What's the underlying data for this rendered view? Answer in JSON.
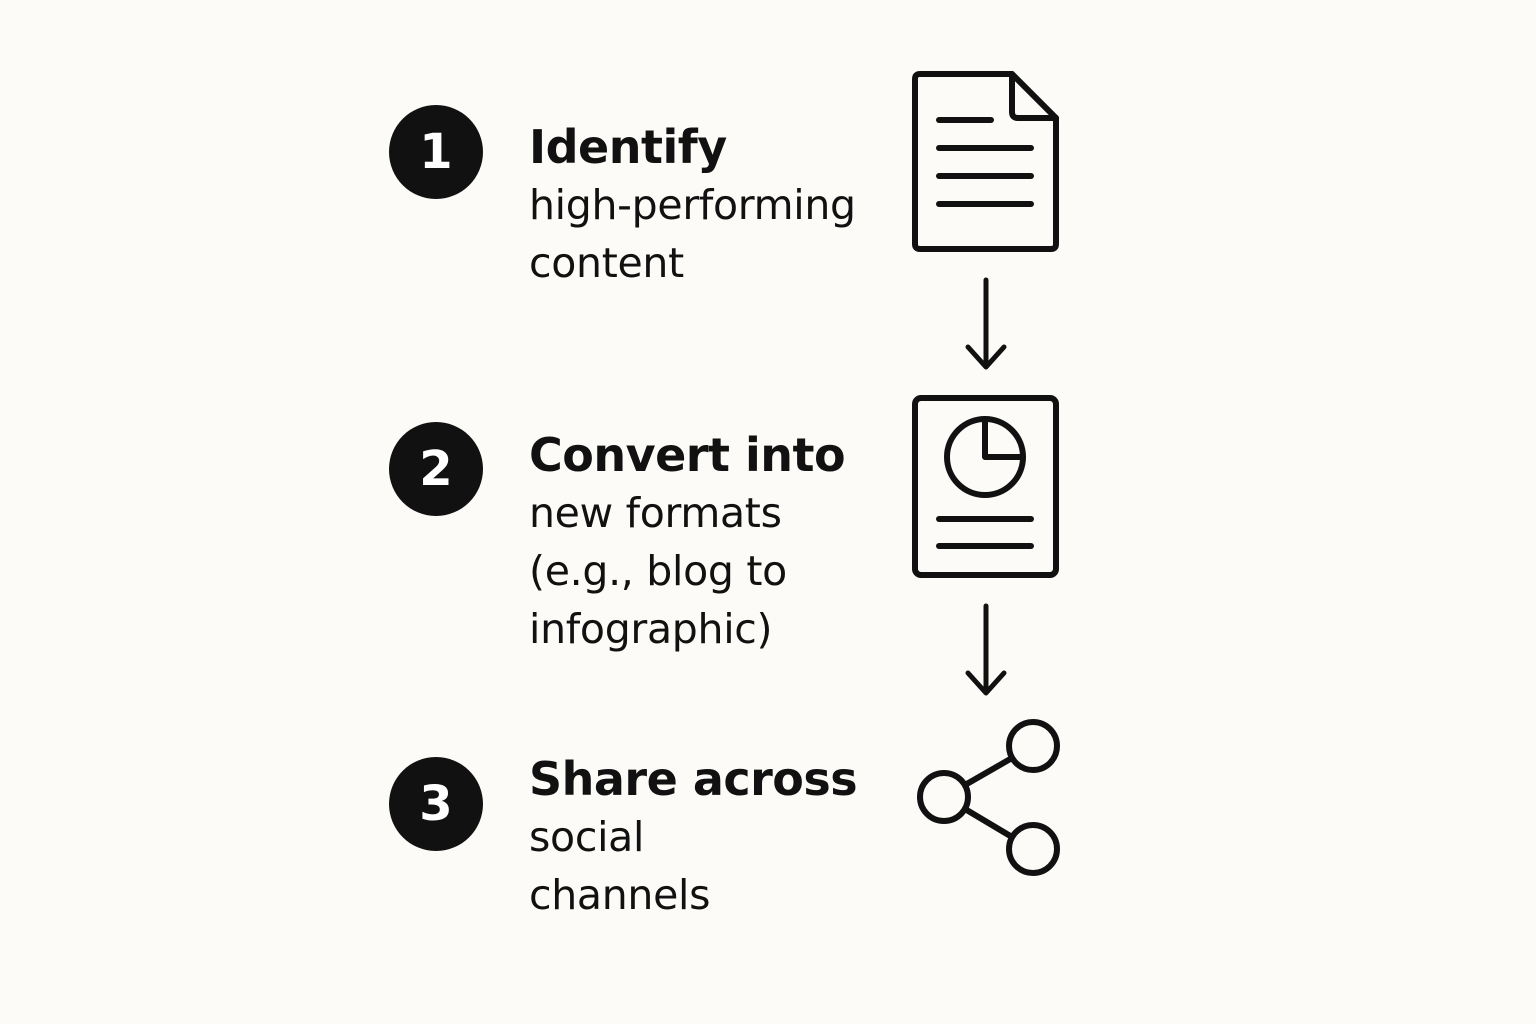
{
  "steps": [
    {
      "number": "1",
      "title": "Identify",
      "description_lines": [
        "high-performing",
        "content"
      ],
      "icon": "document-icon"
    },
    {
      "number": "2",
      "title": "Convert into",
      "description_lines": [
        "new formats",
        "(e.g., blog to",
        "infographic)"
      ],
      "icon": "infographic-icon"
    },
    {
      "number": "3",
      "title": "Share across",
      "description_lines": [
        "social",
        "channels"
      ],
      "icon": "share-icon"
    }
  ],
  "colors": {
    "background": "#fcfbf7",
    "ink": "#111111",
    "badge_text": "#ffffff"
  }
}
